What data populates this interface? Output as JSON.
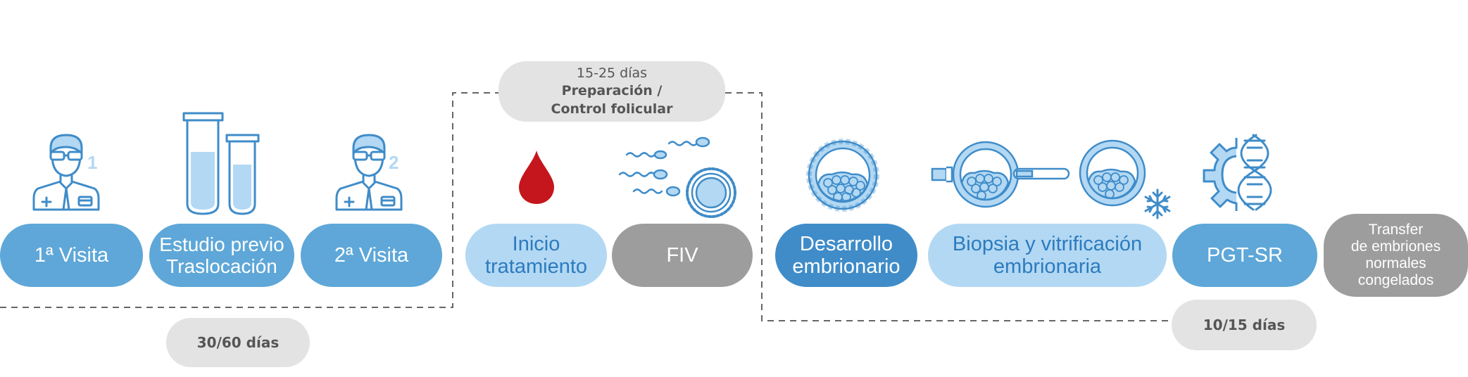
{
  "steps": [
    {
      "line1": "1ª Visita",
      "line2": ""
    },
    {
      "line1": "Estudio previo",
      "line2": "Traslocación"
    },
    {
      "line1": "2ª Visita",
      "line2": ""
    },
    {
      "line1": "Inicio",
      "line2": "tratamiento"
    },
    {
      "line1": "FIV",
      "line2": ""
    },
    {
      "line1": "Desarrollo",
      "line2": "embrionario"
    },
    {
      "line1": "Biopsia y vitrificación",
      "line2": "embrionaria"
    },
    {
      "line1": "PGT-SR",
      "line2": ""
    },
    {
      "line1": "Transfer",
      "line2": "de embriones",
      "line3": "normales",
      "line4": "congelados"
    }
  ],
  "notes": {
    "prep": {
      "days": "15-25 días",
      "line1": "Preparación /",
      "line2": "Control folicular"
    },
    "first": {
      "days": "30/60 días"
    },
    "last": {
      "days": "10/15 días"
    }
  },
  "doctor_numbers": [
    "1",
    "2"
  ],
  "colors": {
    "blue": "#5ea7d8",
    "dark_blue": "#3f8cc9",
    "light_blue": "#b3d8f3",
    "grey": "#9d9d9d",
    "note_bg": "#e3e3e3",
    "blood": "#c4161c",
    "icon_blue": "#2c7bbf"
  }
}
